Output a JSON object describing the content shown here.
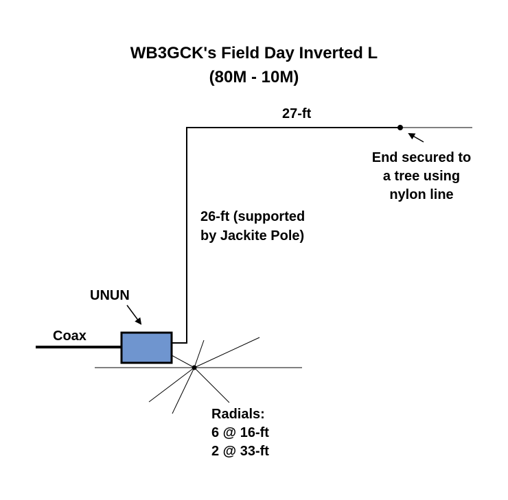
{
  "title": {
    "line1": "WB3GCK's Field Day Inverted L",
    "line2": "(80M - 10M)"
  },
  "labels": {
    "horizontal_length": "27-ft",
    "vertical_line1": "26-ft (supported",
    "vertical_line2": "by Jackite Pole)",
    "end_line1": "End secured to",
    "end_line2": "a tree using",
    "end_line3": "nylon line",
    "unun": "UNUN",
    "coax": "Coax",
    "radials_line1": "Radials:",
    "radials_line2": "6 @ 16-ft",
    "radials_line3": "2 @ 33-ft"
  },
  "colors": {
    "unun_fill": "#6f95cf",
    "line": "#000000",
    "background": "#ffffff"
  }
}
